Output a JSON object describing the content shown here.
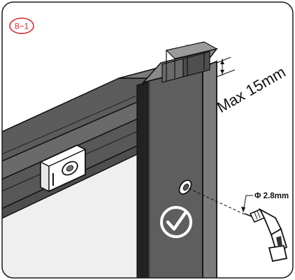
{
  "figure": {
    "step_label": "8−1",
    "max_gap_label": "Max 15mm",
    "drill_diameter_label": "Φ 2.8mm",
    "check_icon": "checkmark-icon",
    "drill_icon": "power-drill-icon"
  },
  "colors": {
    "accent": "#d6262b",
    "frame": "#5c5c5c",
    "frame_dark": "#2e2e2e",
    "glass": "#efefef",
    "outline": "#111111"
  }
}
